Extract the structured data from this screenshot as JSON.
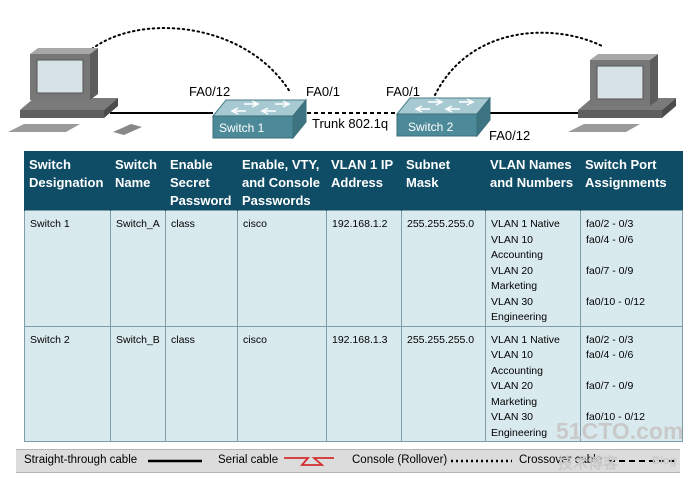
{
  "topology": {
    "switch1_label": "Switch 1",
    "switch2_label": "Switch 2",
    "port_left_sw1": "FA0/12",
    "port_right_sw1": "FA0/1",
    "port_left_sw2": "FA0/1",
    "port_bottom_sw2": "FA0/12",
    "trunk_label": "Trunk 802.1q",
    "colors": {
      "switch_body": "#4d8a99",
      "switch_top": "#9fc4cd",
      "computer": "#8c8c8c",
      "table_header": "#0f4c66",
      "table_cell": "#d9eaef"
    }
  },
  "table": {
    "headers": [
      [
        "Switch",
        "Designation"
      ],
      [
        "Switch",
        "Name"
      ],
      [
        "Enable",
        "Secret",
        "Password"
      ],
      [
        "Enable, VTY,",
        "and Console",
        "Passwords"
      ],
      [
        "VLAN 1 IP",
        "Address"
      ],
      [
        "Subnet",
        "Mask"
      ],
      [
        "VLAN Names",
        "and Numbers"
      ],
      [
        "Switch Port",
        "Assignments"
      ]
    ],
    "rows": [
      {
        "designation": "Switch 1",
        "name": "Switch_A",
        "enable_secret": "class",
        "passwords": "cisco",
        "vlan1_ip": "192.168.1.2",
        "subnet_mask": "255.255.255.0",
        "vlans": [
          "VLAN 1 Native",
          "VLAN 10",
          "Accounting",
          "VLAN 20",
          "Marketing",
          "VLAN 30",
          "Engineering"
        ],
        "ports": [
          "fa0/2 - 0/3",
          "fa0/4 - 0/6",
          "",
          "fa0/7 - 0/9",
          "",
          "fa0/10 - 0/12"
        ]
      },
      {
        "designation": "Switch 2",
        "name": "Switch_B",
        "enable_secret": "class",
        "passwords": "cisco",
        "vlan1_ip": "192.168.1.3",
        "subnet_mask": "255.255.255.0",
        "vlans": [
          "VLAN 1 Native",
          "VLAN 10",
          "Accounting",
          "VLAN 20",
          "Marketing",
          "VLAN 30",
          "Engineering"
        ],
        "ports": [
          "fa0/2 - 0/3",
          "fa0/4 - 0/6",
          "",
          "fa0/7 - 0/9",
          "",
          "fa0/10 - 0/12"
        ]
      }
    ]
  },
  "legend": {
    "straight": "Straight-through cable",
    "serial": "Serial cable",
    "console": "Console (Rollover)",
    "crossover": "Crossover cable"
  },
  "watermark": {
    "site": "51CTO.com",
    "tag": "技术博客",
    "blog": "Blog"
  }
}
